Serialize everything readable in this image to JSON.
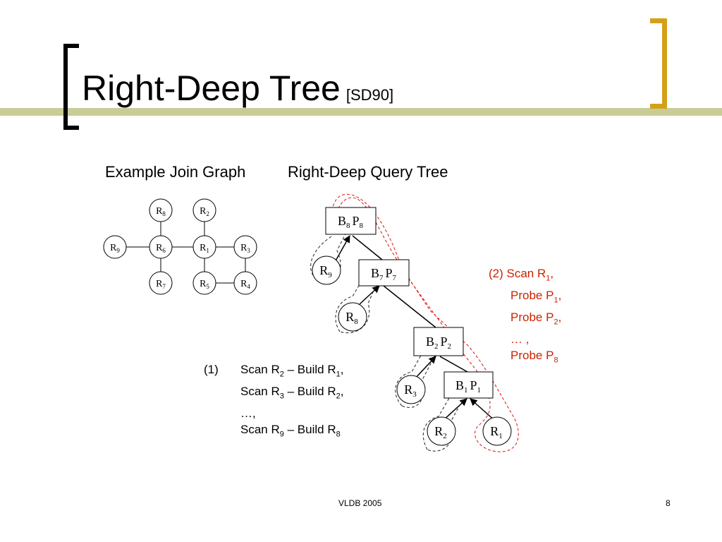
{
  "slide": {
    "title": "Right-Deep Tree",
    "title_citation": "[SD90]",
    "footer_center": "VLDB 2005",
    "page_number": "8"
  },
  "captions": {
    "join_graph": "Example Join Graph",
    "query_tree": "Right-Deep Query Tree"
  },
  "step1": {
    "number": "(1)",
    "lines": [
      {
        "scan": "Scan R",
        "scan_sub": "2",
        "dash": " – Build R",
        "build_sub": "1",
        "end": ","
      },
      {
        "scan": "Scan R",
        "scan_sub": "3",
        "dash": " – Build R",
        "build_sub": "2",
        "end": ","
      },
      {
        "text": "…,"
      },
      {
        "scan": "Scan R",
        "scan_sub": "9",
        "dash": " – Build R",
        "build_sub": "8",
        "end": ""
      }
    ]
  },
  "step2": {
    "number": "(2)",
    "lines": [
      {
        "main": "Scan R",
        "sub": "1",
        "end": ","
      },
      {
        "main": "Probe P",
        "sub": "1",
        "end": ","
      },
      {
        "main": "Probe P",
        "sub": "2",
        "end": ","
      },
      {
        "main": "… ,",
        "sub": "",
        "end": ""
      },
      {
        "main": "Probe P",
        "sub": "8",
        "end": ""
      }
    ]
  },
  "join_graph": {
    "nodes": [
      {
        "id": "R8",
        "letter": "R",
        "sub": "8"
      },
      {
        "id": "R2",
        "letter": "R",
        "sub": "2"
      },
      {
        "id": "R9",
        "letter": "R",
        "sub": "9"
      },
      {
        "id": "R6",
        "letter": "R",
        "sub": "6"
      },
      {
        "id": "R1",
        "letter": "R",
        "sub": "1"
      },
      {
        "id": "R3",
        "letter": "R",
        "sub": "3"
      },
      {
        "id": "R7",
        "letter": "R",
        "sub": "7"
      },
      {
        "id": "R5",
        "letter": "R",
        "sub": "5"
      },
      {
        "id": "R4",
        "letter": "R",
        "sub": "4"
      }
    ]
  },
  "query_tree": {
    "joins": [
      {
        "id": "B8P8",
        "b": "B",
        "b_sub": "8",
        "p": "P",
        "p_sub": "8"
      },
      {
        "id": "B7P7",
        "b": "B",
        "b_sub": "7",
        "p": "P",
        "p_sub": "7"
      },
      {
        "id": "B2P2",
        "b": "B",
        "b_sub": "2",
        "p": "P",
        "p_sub": "2"
      },
      {
        "id": "B1P1",
        "b": "B",
        "b_sub": "1",
        "p": "P",
        "p_sub": "1"
      }
    ],
    "relations": [
      {
        "id": "R9",
        "letter": "R",
        "sub": "9"
      },
      {
        "id": "R8",
        "letter": "R",
        "sub": "8"
      },
      {
        "id": "R3",
        "letter": "R",
        "sub": "3"
      },
      {
        "id": "R2",
        "letter": "R",
        "sub": "2"
      },
      {
        "id": "R1",
        "letter": "R",
        "sub": "1"
      }
    ]
  },
  "colors": {
    "accent_bar": "#c8cc96",
    "gold_bracket": "#d4a017",
    "annotation_red": "#cc2200"
  }
}
